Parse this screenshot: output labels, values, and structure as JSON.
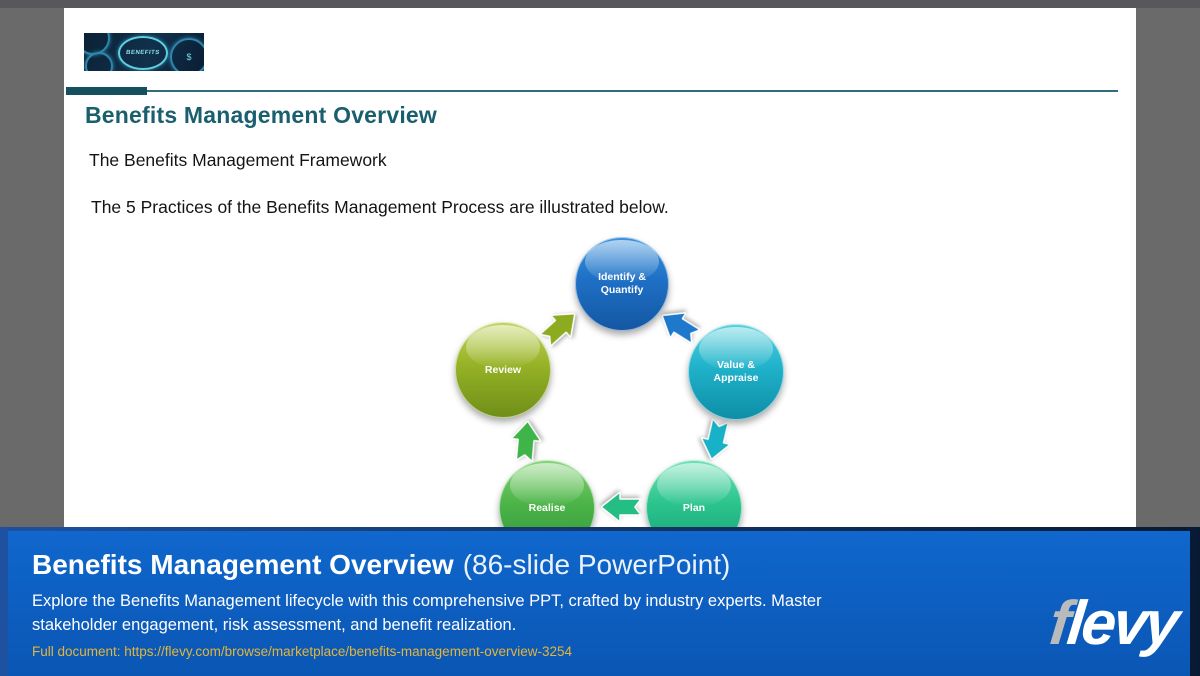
{
  "slide": {
    "logo_label": "BENEFITS",
    "dollar_glyph": "$",
    "title": "Benefits Management Overview",
    "subtitle": "The Benefits Management Framework",
    "body": "The 5 Practices of the Benefits Management Process are illustrated below.",
    "accent_color": "#1A5F6E"
  },
  "diagram": {
    "type": "cycle",
    "nodes": [
      {
        "id": "identify",
        "label": "Identify &\nQuantify",
        "color": "#1E70C6"
      },
      {
        "id": "value",
        "label": "Value &\nAppraise",
        "color": "#1FB2CA"
      },
      {
        "id": "plan",
        "label": "Plan",
        "color": "#2CC48E"
      },
      {
        "id": "realise",
        "label": "Realise",
        "color": "#4CB448"
      },
      {
        "id": "review",
        "label": "Review",
        "color": "#96B226"
      }
    ],
    "arrows": [
      {
        "from": "review",
        "to": "identify",
        "color": "#8CAB1F"
      },
      {
        "from": "identify",
        "to": "value",
        "color": "#1E78CC"
      },
      {
        "from": "value",
        "to": "plan",
        "color": "#18B2C8"
      },
      {
        "from": "plan",
        "to": "realise",
        "color": "#24BE85"
      },
      {
        "from": "realise",
        "to": "review",
        "color": "#3EB449"
      }
    ]
  },
  "banner": {
    "title": "Benefits Management Overview",
    "title_suffix": "(86-slide PowerPoint)",
    "description_line1": "Explore the Benefits Management lifecycle with this comprehensive PPT, crafted by industry experts. Master",
    "description_line2": "stakeholder engagement, risk assessment, and benefit realization.",
    "full_document": "Full document: https://flevy.com/browse/marketplace/benefits-management-overview-3254",
    "brand_first_letter": "f",
    "brand_rest": "levy",
    "colors": {
      "background": "#0C5FC2",
      "link_text": "#E3B63B"
    }
  }
}
